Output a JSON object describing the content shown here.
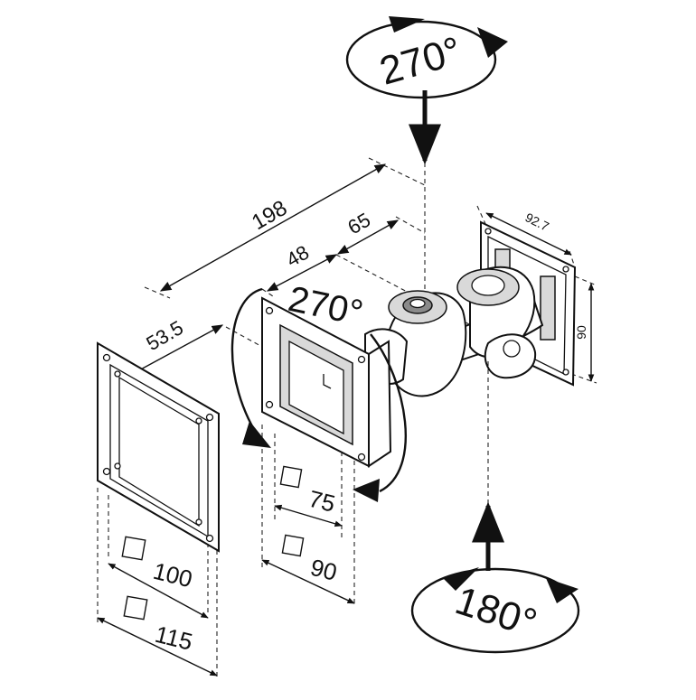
{
  "rotation": {
    "top": "270°",
    "front": "270°",
    "bottom": "180°"
  },
  "dimensions": {
    "overall_depth": "198",
    "arm_48": "48",
    "arm_65": "65",
    "wall_plate_width": "92.7",
    "wall_plate_height": "90",
    "offset": "53.5"
  },
  "vesa": {
    "small": [
      "75",
      "90"
    ],
    "large": [
      "100",
      "115"
    ]
  }
}
